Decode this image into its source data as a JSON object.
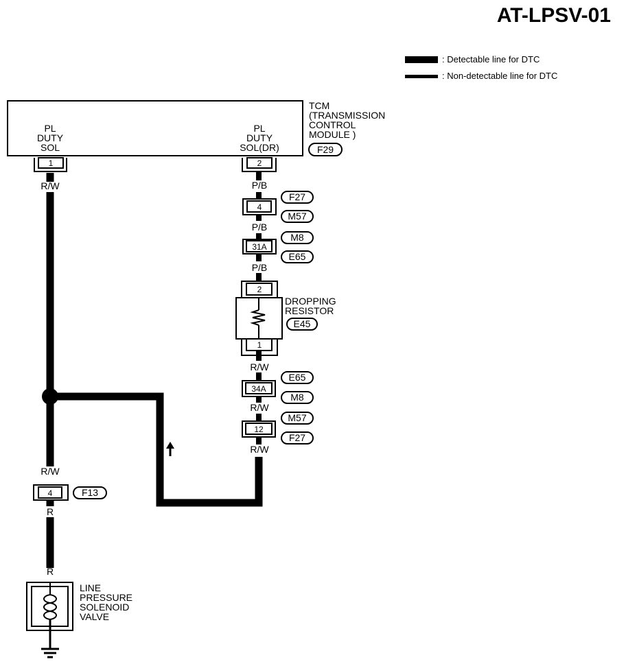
{
  "title": "AT-LPSV-01",
  "legend": {
    "detectable": ": Detectable line for DTC",
    "non_detectable": ": Non-detectable line for DTC"
  },
  "tcm": {
    "lines": [
      "TCM",
      "(TRANSMISSION",
      "CONTROL",
      "MODULE )"
    ],
    "connector": "F29",
    "pin_left": {
      "lines": [
        "PL",
        "DUTY",
        "SOL"
      ],
      "pin": "1"
    },
    "pin_right": {
      "lines": [
        "PL",
        "DUTY",
        "SOL(DR)"
      ],
      "pin": "2"
    }
  },
  "right_branch": {
    "wire_pb_1": "P/B",
    "conn_4": {
      "pin": "4",
      "tags": [
        "F27",
        "M57"
      ]
    },
    "wire_pb_2": "P/B",
    "conn_31a": {
      "pin": "31A",
      "tags": [
        "M8",
        "E65"
      ]
    },
    "wire_pb_3": "P/B",
    "resistor": {
      "pin_top": "2",
      "pin_bottom": "1",
      "lines": [
        "DROPPING",
        "RESISTOR"
      ],
      "connector": "E45"
    },
    "wire_rw_1": "R/W",
    "conn_34a": {
      "pin": "34A",
      "tags": [
        "E65",
        "M8"
      ]
    },
    "wire_rw_2": "R/W",
    "conn_12": {
      "pin": "12",
      "tags": [
        "M57",
        "F27"
      ]
    },
    "wire_rw_3": "R/W"
  },
  "left_branch": {
    "wire_top": "R/W",
    "wire_mid": "R/W",
    "conn_4": {
      "pin": "4",
      "tag": "F13"
    },
    "wire_r_1": "R",
    "wire_r_2": "R",
    "solenoid": {
      "lines": [
        "LINE",
        "PRESSURE",
        "SOLENOID",
        "VALVE"
      ]
    }
  }
}
